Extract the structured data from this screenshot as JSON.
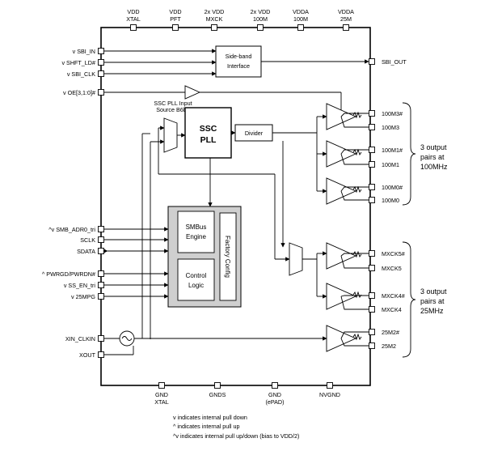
{
  "top_pins": [
    {
      "line1": "VDD",
      "line2": "XTAL"
    },
    {
      "line1": "VDD",
      "line2": "PFT"
    },
    {
      "line1": "2x VDD",
      "line2": "MXCK"
    },
    {
      "line1": "2x VDD",
      "line2": "100M"
    },
    {
      "line1": "VDDA",
      "line2": "100M"
    },
    {
      "line1": "VDDA",
      "line2": "25M"
    }
  ],
  "bottom_pins": [
    {
      "line1": "GND",
      "line2": "XTAL"
    },
    {
      "line1": "GNDS",
      "line2": ""
    },
    {
      "line1": "GND",
      "line2": "(ePAD)"
    },
    {
      "line1": "NVGND",
      "line2": ""
    }
  ],
  "left_pins": [
    "v SBI_IN",
    "v SHFT_LD#",
    "v SBI_CLK",
    "v OE[3,1:0]#",
    "^v SMB_ADR0_tri",
    "SCLK",
    "SDATA",
    "^ PWRGD/PWRDN#",
    "v SS_EN_tri",
    "v 25MPG",
    "XIN_CLKIN",
    "XOUT"
  ],
  "right_pins": [
    "SBI_OUT",
    "100M3#",
    "100M3",
    "100M1#",
    "100M1",
    "100M0#",
    "100M0",
    "MXCK5#",
    "MXCK5",
    "MXCK4#",
    "MXCK4",
    "25M2#",
    "25M2"
  ],
  "blocks": {
    "sideband_line1": "Side-band",
    "sideband_line2": "Interface",
    "ssc_line1": "SSC",
    "ssc_line2": "PLL",
    "pll_input_line1": "SSC PLL Input",
    "pll_input_line2": "Source B6b3",
    "divider": "Divider",
    "smbus_line1": "SMBus",
    "smbus_line2": "Engine",
    "control_line1": "Control",
    "control_line2": "Logic",
    "factory": "Factory Config"
  },
  "groups": {
    "g100_line1": "3 output",
    "g100_line2": "pairs at",
    "g100_line3": "100MHz",
    "g25_line1": "3 output",
    "g25_line2": "pairs at",
    "g25_line3": "25MHz"
  },
  "legend": [
    "v indicates internal pull down",
    "^ indicates internal pull up",
    "^v indicates internal pull up/down (bias to VDD/2)"
  ]
}
